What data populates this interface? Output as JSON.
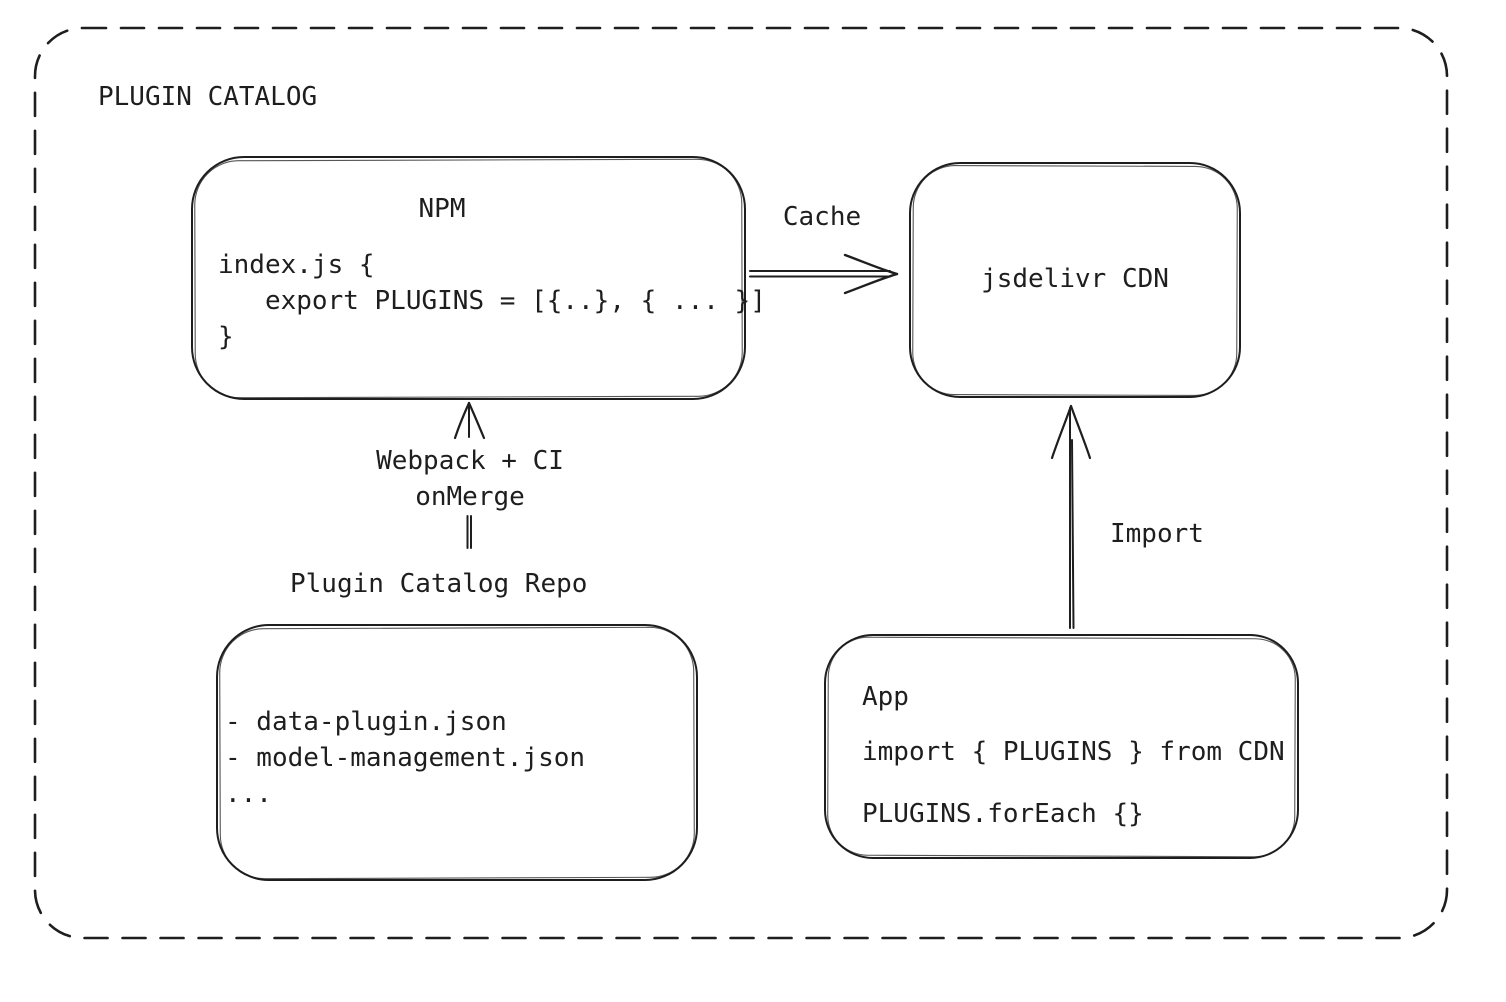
{
  "colors": {
    "stroke": "#1e1e1e",
    "background": "#ffffff"
  },
  "title": "PLUGIN CATALOG",
  "nodes": {
    "npm": {
      "title": "NPM",
      "code": [
        "index.js {",
        "   export PLUGINS = [{..}, { ... }]",
        "}"
      ]
    },
    "cdn": {
      "label": "jsdelivr CDN"
    },
    "repo": {
      "label": "Plugin Catalog Repo",
      "items": [
        "- data-plugin.json",
        "- model-management.json",
        "..."
      ]
    },
    "app": {
      "title": "App",
      "code": [
        "import { PLUGINS } from CDN",
        "PLUGINS.forEach {}"
      ]
    }
  },
  "edges": {
    "cache": {
      "label": "Cache"
    },
    "import": {
      "label": "Import"
    },
    "build": {
      "label_line1": "Webpack + CI",
      "label_line2": "onMerge"
    }
  }
}
